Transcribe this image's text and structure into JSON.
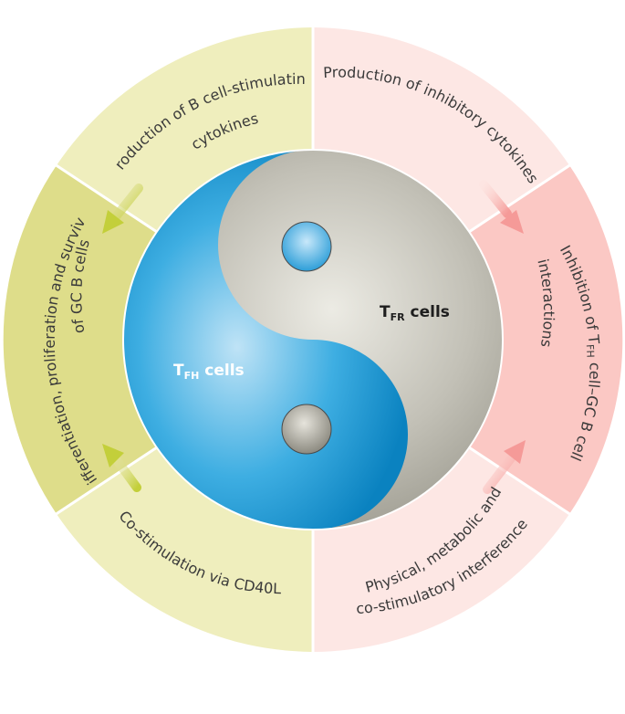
{
  "segments": {
    "top_left": "Production of B cell-stimulating cytokines",
    "top_left_line1": "Production of B cell-stimulating",
    "top_left_line2": "cytokines",
    "left_line1": "Differentiation, proliferation and survival",
    "left_line2": "of GC B cells",
    "bottom_left": "Co-stimulation via CD40L",
    "top_right": "Production of inhibitory cytokines",
    "right_line1_pre": "Inhibition of T",
    "right_line1_sub": "FH",
    "right_line1_post": " cell–GC B cell",
    "right_line2": "interactions",
    "bottom_right_line1": "Physical, metabolic and",
    "bottom_right_line2": "co-stimulatory interference"
  },
  "cells": {
    "tfh_main": "T",
    "tfh_sub": "FH",
    "tfh_rest": " cells",
    "tfr_main": "T",
    "tfr_sub": "FR",
    "tfr_rest": " cells"
  },
  "colors": {
    "tfh_blue": "#1a9ad6",
    "tfr_grey": "#b3b1a6",
    "green_light": "#efeebd",
    "green_dark": "#dedd8a",
    "pink_light": "#fde7e4",
    "pink_dark": "#fbc8c4"
  }
}
